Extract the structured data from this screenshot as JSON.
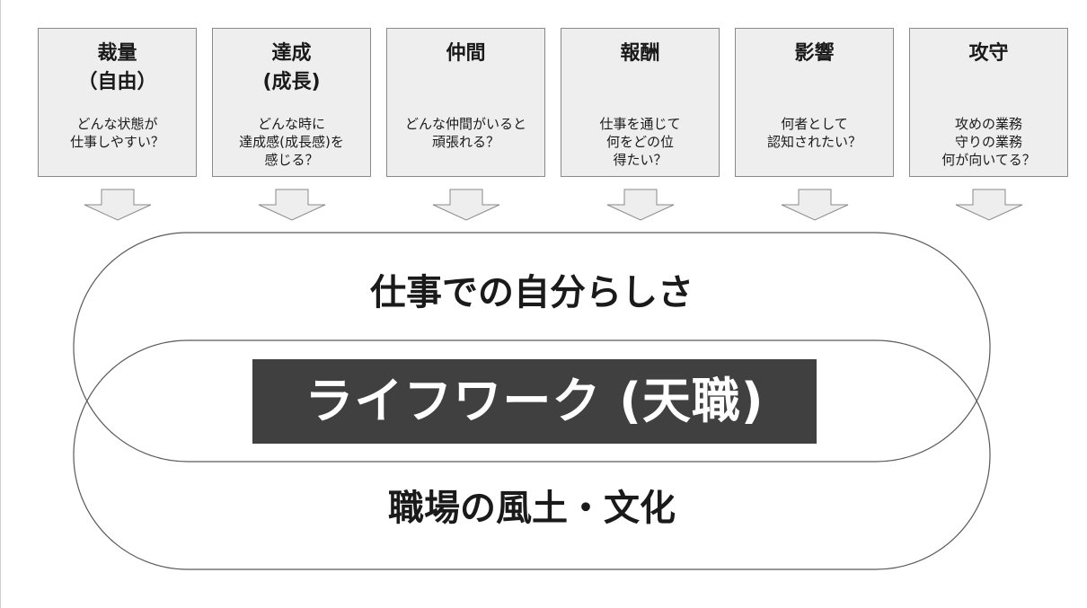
{
  "cards": [
    {
      "title": "裁量\n（自由）",
      "question": "どんな状態が\n仕事しやすい？"
    },
    {
      "title": "達成\n(成長)",
      "question": "どんな時に\n達成感(成長感)を\n感じる？"
    },
    {
      "title": "仲間",
      "question": "どんな仲間がいると\n頑張れる？"
    },
    {
      "title": "報酬",
      "question": "仕事を通じて\n何をどの位\n得たい？"
    },
    {
      "title": "影響",
      "question": "何者として\n認知されたい？"
    },
    {
      "title": "攻守",
      "question": "攻めの業務\n守りの業務\n何が向いてる？"
    }
  ],
  "diagram": {
    "upper_label": "仕事での自分らしさ",
    "center_label": "ライフワーク (天職)",
    "lower_label": "職場の風土・文化"
  },
  "colors": {
    "card_fill": "#eeeeee",
    "card_border": "#8a8a8a",
    "arrow_fill": "#eeeeee",
    "arrow_stroke": "#8a8a8a",
    "banner_fill": "#404040",
    "banner_text": "#ffffff",
    "ellipse_stroke": "#5a5a5a"
  }
}
